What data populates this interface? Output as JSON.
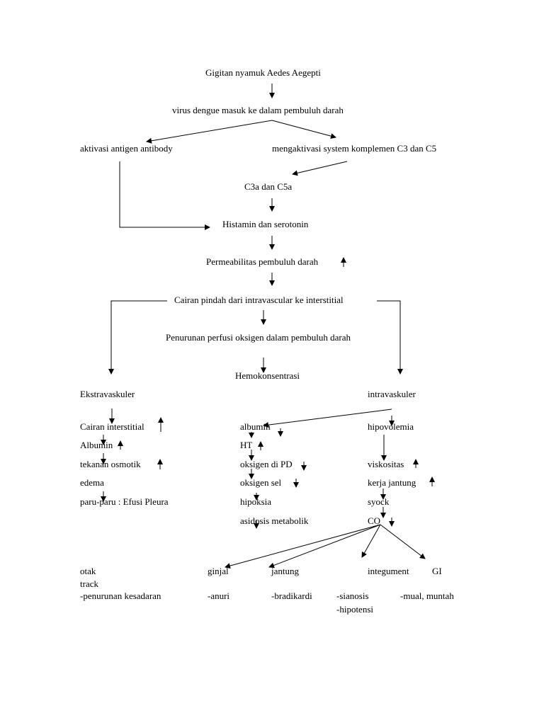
{
  "nodes": {
    "gigitan": "Gigitan nyamuk Aedes Aegepti",
    "virus": "virus dengue masuk ke dalam pembuluh darah",
    "aktivasi": "aktivasi antigen antibody",
    "komplemen": "mengaktivasi system komplemen C3 dan C5",
    "c3a": "C3a dan C5a",
    "histamin": "Histamin dan serotonin",
    "permeabilitas": "Permeabilitas pembuluh darah",
    "cairan_pindah": "Cairan pindah dari intravascular ke interstitial",
    "penurunan_perfusi": "Penurunan perfusi oksigen dalam pembuluh darah",
    "hemokonsentrasi": "Hemokonsentrasi",
    "ekstravaskuler": "Ekstravaskuler",
    "intravaskuler": "intravaskuler"
  },
  "left_column": [
    "Cairan interstitial",
    "Albumin",
    "tekanan osmotik",
    "edema",
    "paru-paru : Efusi Pleura"
  ],
  "middle_column": [
    "albumin",
    "HT",
    "oksigen di PD",
    "oksigen sel",
    "hipoksia",
    "asidosis metabolik"
  ],
  "right_column": [
    "hipovolemia",
    "viskositas",
    "kerja jantung",
    "syock",
    "CO"
  ],
  "organs": {
    "otak": "otak",
    "track": "track",
    "ginjal": "ginjal",
    "jantung": "jantung",
    "integument": "integument",
    "gi": "GI"
  },
  "effects": {
    "otak": "-penurunan kesadaran",
    "ginjal": "-anuri",
    "jantung": "-bradikardi",
    "integument_1": "-sianosis",
    "integument_2": "-hipotensi",
    "gi": "-mual, muntah"
  }
}
